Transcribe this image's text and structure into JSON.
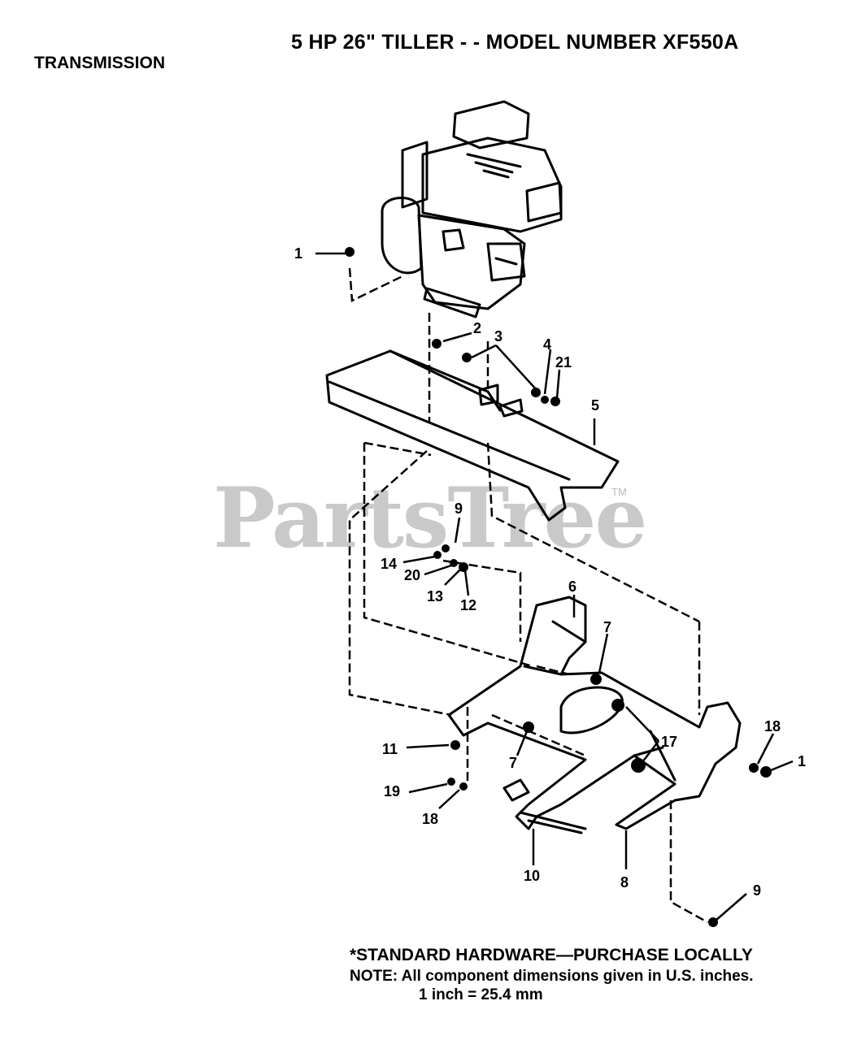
{
  "header": {
    "title": "5 HP  26\" TILLER - - MODEL NUMBER XF550A",
    "section": "TRANSMISSION"
  },
  "watermark": {
    "text": "PartsTree",
    "tm": "TM"
  },
  "callouts": [
    "1",
    "2",
    "3",
    "4",
    "21",
    "5",
    "9",
    "14",
    "20",
    "13",
    "12",
    "6",
    "7",
    "17",
    "18",
    "1",
    "11",
    "7",
    "19",
    "18",
    "10",
    "8",
    "9"
  ],
  "footer": {
    "hardware_note": "*STANDARD HARDWARE—PURCHASE LOCALLY",
    "dimension_note": "NOTE:  All component dimensions given in U.S. inches.",
    "conversion": "1 inch = 25.4 mm"
  }
}
